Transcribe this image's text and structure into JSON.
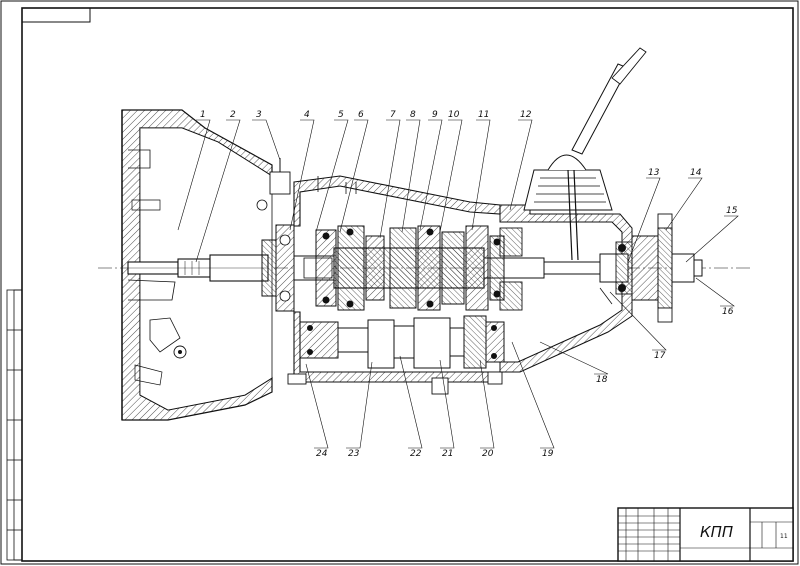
{
  "drawing": {
    "title_block": {
      "designation": "КПП",
      "sheet": "11"
    },
    "callouts": [
      {
        "id": "1",
        "label": "1"
      },
      {
        "id": "2",
        "label": "2"
      },
      {
        "id": "3",
        "label": "3"
      },
      {
        "id": "4",
        "label": "4"
      },
      {
        "id": "5",
        "label": "5"
      },
      {
        "id": "6",
        "label": "6"
      },
      {
        "id": "7",
        "label": "7"
      },
      {
        "id": "8",
        "label": "8"
      },
      {
        "id": "9",
        "label": "9"
      },
      {
        "id": "10",
        "label": "10"
      },
      {
        "id": "11",
        "label": "11"
      },
      {
        "id": "12",
        "label": "12"
      },
      {
        "id": "13",
        "label": "13"
      },
      {
        "id": "14",
        "label": "14"
      },
      {
        "id": "15",
        "label": "15"
      },
      {
        "id": "16",
        "label": "16"
      },
      {
        "id": "17",
        "label": "17"
      },
      {
        "id": "18",
        "label": "18"
      },
      {
        "id": "19",
        "label": "19"
      },
      {
        "id": "20",
        "label": "20"
      },
      {
        "id": "21",
        "label": "21"
      },
      {
        "id": "22",
        "label": "22"
      },
      {
        "id": "23",
        "label": "23"
      },
      {
        "id": "24",
        "label": "24"
      }
    ]
  }
}
